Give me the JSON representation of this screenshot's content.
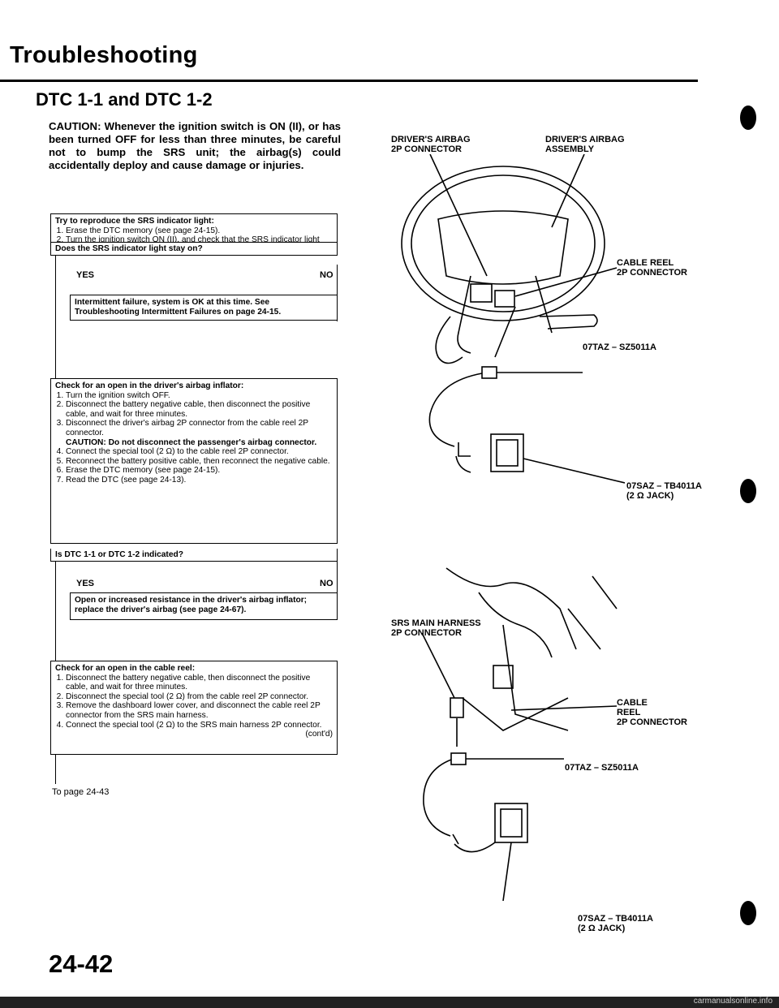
{
  "page": {
    "title": "Troubleshooting",
    "section_title": "DTC 1-1 and DTC 1-2",
    "caution": "CAUTION: Whenever the ignition switch is ON (II), or has been turned OFF for less than three minutes, be careful not to bump the SRS unit; the airbag(s) could accidentally deploy and cause damage or injuries.",
    "page_number": "24-42",
    "to_page": "To page 24-43",
    "watermark": "carmanualsonline.info"
  },
  "flow": {
    "step1_title": "Try to reproduce the SRS indicator light:",
    "step1_items": [
      "Erase the DTC memory (see page 24-15).",
      "Turn the ignition switch ON (II), and check that the SRS indicator light comes on for about six seconds and goes off."
    ],
    "q1": "Does the SRS indicator light stay on?",
    "yes": "YES",
    "no": "NO",
    "result1": "Intermittent failure, system is OK at this time. See Troubleshooting Intermittent Failures on page 24-15.",
    "step2_title": "Check for an open in the driver's airbag inflator:",
    "step2_items": [
      "Turn the ignition switch OFF.",
      "Disconnect the battery negative cable, then disconnect the positive cable, and wait for three minutes.",
      "Disconnect the driver's airbag 2P connector from the cable reel 2P connector.",
      "Connect the special tool (2 Ω) to the cable reel 2P connector.",
      "Reconnect the battery positive cable, then reconnect the negative cable.",
      "Erase the DTC memory (see page 24-15).",
      "Read the DTC (see page 24-13)."
    ],
    "step2_caution": "CAUTION: Do not disconnect the passenger's airbag connector.",
    "q2": "Is DTC 1-1 or DTC 1-2 indicated?",
    "result2": "Open or increased resistance in the driver's airbag inflator; replace the driver's airbag (see page 24-67).",
    "step3_title": "Check for an open in the cable reel:",
    "step3_items": [
      "Disconnect the battery negative cable, then disconnect the positive cable, and wait for three minutes.",
      "Disconnect the special tool (2 Ω) from the cable reel 2P connector.",
      "Remove the dashboard lower cover, and disconnect the cable reel 2P connector from the SRS main harness.",
      "Connect the special tool (2 Ω) to the SRS main harness 2P connector."
    ],
    "contd": "(cont'd)"
  },
  "figure1": {
    "driver_airbag_2p": "DRIVER'S AIRBAG\n2P CONNECTOR",
    "driver_airbag_assembly": "DRIVER'S AIRBAG\nASSEMBLY",
    "cable_reel_2p": "CABLE REEL\n2P CONNECTOR",
    "tool_a": "07TAZ – SZ5011A",
    "tool_b": "07SAZ – TB4011A\n(2 Ω JACK)"
  },
  "figure2": {
    "srs_main_harness": "SRS MAIN HARNESS\n2P CONNECTOR",
    "cable_reel_2p": "CABLE\nREEL\n2P CONNECTOR",
    "tool_a": "07TAZ – SZ5011A",
    "tool_b": "07SAZ – TB4011A\n(2 Ω JACK)"
  }
}
